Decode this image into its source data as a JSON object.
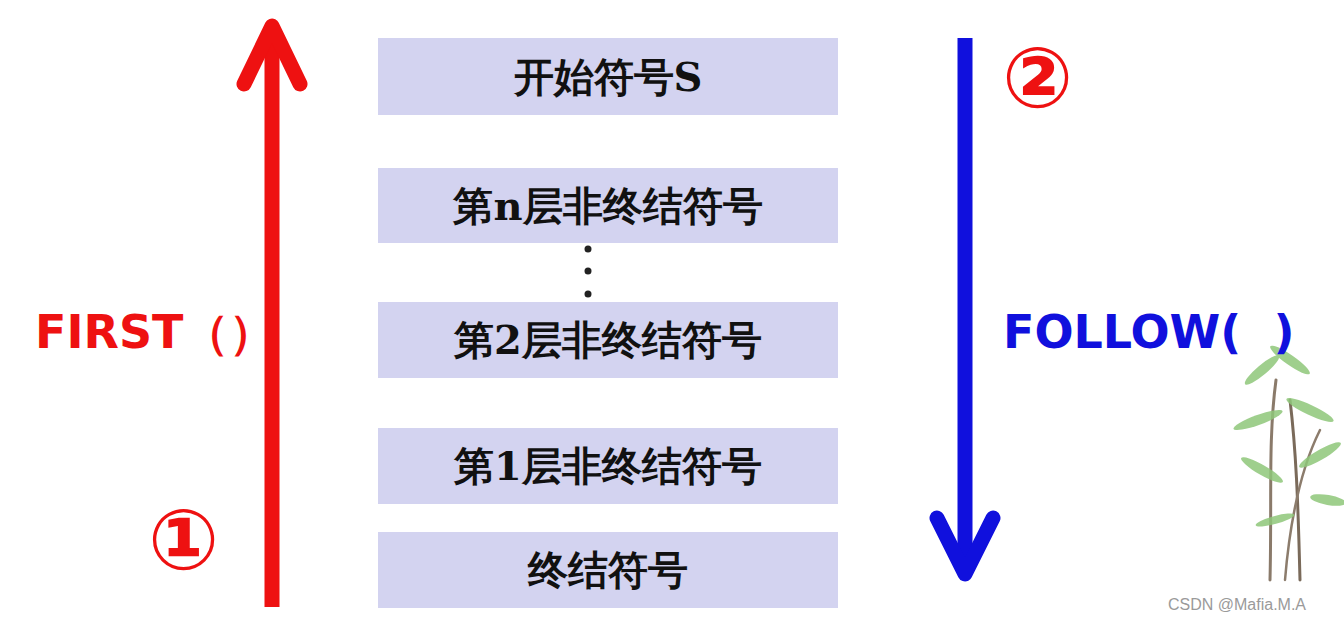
{
  "diagram": {
    "nodes": [
      {
        "text": [
          "开始符号S"
        ]
      },
      {
        "text": [
          "第n层非终结符号"
        ]
      },
      {
        "text": [
          "第2层非终结符号"
        ]
      },
      {
        "text": [
          "第1层非终结符号"
        ]
      },
      {
        "text": [
          "终结符号"
        ]
      }
    ],
    "labels": [
      "FIRST（）",
      "FOLLOW(  )",
      "①",
      "②",
      "CSDN @Mafia.M.A"
    ]
  }
}
